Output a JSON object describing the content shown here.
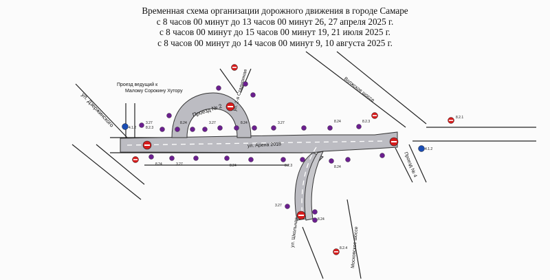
{
  "title": {
    "line1": "Временная схема организации дорожного движения в городе Самаре",
    "line2": "с 8 часов 00 минут до 13 часов 00 минут 26, 27 апреля 2025 г.",
    "line3": "с 8 часов 00 минут до 15 часов 00 минут 19, 21 июля 2025 г.",
    "line4": "с 8 часов 00 минут до 14 часов 00 минут 9, 10 августа 2025 г."
  },
  "streets": {
    "dzerzhinskogo": "ул. Дзержинского",
    "proezd_label": "Проезд ведущий к",
    "proezd_label2": "Малому Сорокину Хутору",
    "proezd2": "Проезд № 2",
    "stadionnaya": "ул. 2-я Стадионная",
    "arena": "ул. Арена 2018",
    "volzhskoe": "Волжское шоссе",
    "proezd4": "Проезд № 4",
    "shkolnaya": "ул. Школьная",
    "moskovskoe": "Московское шоссе"
  },
  "sign_codes": {
    "s327": "3.27",
    "s324": "8.24",
    "s823": "8.2.3",
    "s8221": "8.2.1",
    "s412": "4.1.2",
    "s8214": "8.2.4"
  },
  "colors": {
    "road_closed": "#b8b8be",
    "no_entry": "#d61c1c",
    "no_stopping": "#6b1f8f",
    "mandatory": "#1b4db3"
  }
}
